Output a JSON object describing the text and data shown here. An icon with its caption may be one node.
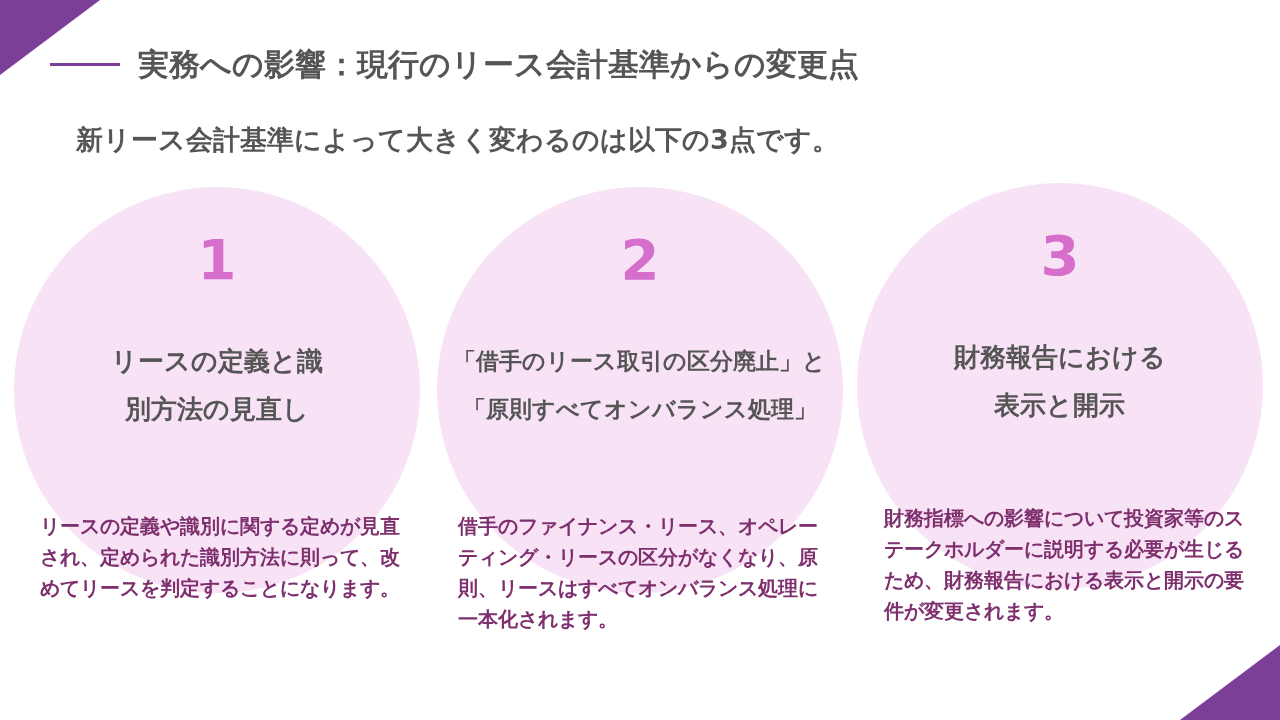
{
  "diagram": {
    "title": "実務への影響：現行のリース会計基準からの変更点",
    "nodes": [
      {
        "text": [
          "1",
          "リースの定義と識別方法の見直し",
          "リースの定義や識別に関する定めが見直され、定められた識別方法に則って、改めてリースを判定することになります。"
        ]
      },
      {
        "text": [
          "2",
          "「借手のリース取引の区分廃止」と「原則すべてオンバランス処理」",
          "借手のファイナンス・リース、オペレーティング・リースの区分がなくなり、原則、リースはすべてオンバランス処理に一本化されます。"
        ]
      },
      {
        "text": [
          "3",
          "財務報告における表示と開示",
          "財務指標への影響について投資家等のステークホルダーに説明する必要が生じるため、財務報告における表示と開示の要件が変更されます。"
        ]
      }
    ],
    "labels": [
      "新リース会計基準によって大きく変わるのは以下の3点です。"
    ]
  }
}
